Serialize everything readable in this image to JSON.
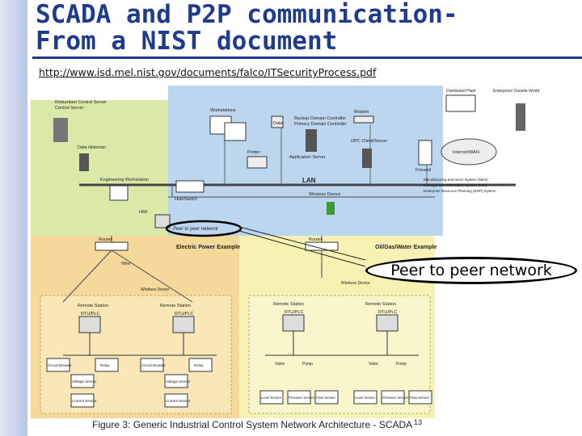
{
  "slide": {
    "title_line1": "SCADA and P2P communication-",
    "title_line2": "From a NIST document",
    "url": "http://www.isd.mel.nist.gov/documents/falco/ITSecurityProcess.pdf",
    "callout": "Peer to peer network",
    "page_number": "13"
  },
  "figure": {
    "caption": "Figure 3:  Generic Industrial Control System Network Architecture - SCADA",
    "labels": {
      "redundant_control_server": "Redundant Control Server",
      "control_server": "Control Server",
      "data_historian": "Data Historian",
      "engineering_workstation": "Engineering Workstation",
      "workstations": "Workstations",
      "data": "Data",
      "backup_domain_controller": "Backup Domain Controller",
      "primary_domain_controller": "Primary Domain Controller",
      "application_server": "Application Server",
      "printer": "Printer",
      "modem": "Modem",
      "opc_client_server": "OPC Client/Server",
      "distributed_plant": "Distributed Plant",
      "enterprise_outside_world": "Enterprise/ Outside World",
      "internet_wan": "Internet/WAN",
      "firewall": "Firewall",
      "lan": "LAN",
      "wireless_device": "Wireless Device",
      "hub_switch": "Hub/Switch",
      "hmi": "HMI",
      "peer_to_peer": "Peer to peer network",
      "mes": "Manufacturing Execution System (MES)",
      "mis": "Management Information System (MIS)",
      "erp": "Enterprise Resource Planning (ERP) System",
      "router": "Router",
      "electric_power": "Electric Power Example",
      "oil_gas_water": "Oil/Gas/Water Example",
      "wire": "Wire",
      "remote_station": "Remote Station",
      "rtu_plc": "RTU/PLC",
      "circuit_breaker": "Circuit Breaker",
      "relay": "Relay",
      "voltage_sensor": "Voltage Sensor",
      "current_sensor": "Current Sensor",
      "valve": "Valve",
      "pump": "Pump",
      "level_sensor": "Level Sensor",
      "pressure_sensor": "Pressure Sensor",
      "flow_sensor": "Flow Sensor"
    }
  }
}
